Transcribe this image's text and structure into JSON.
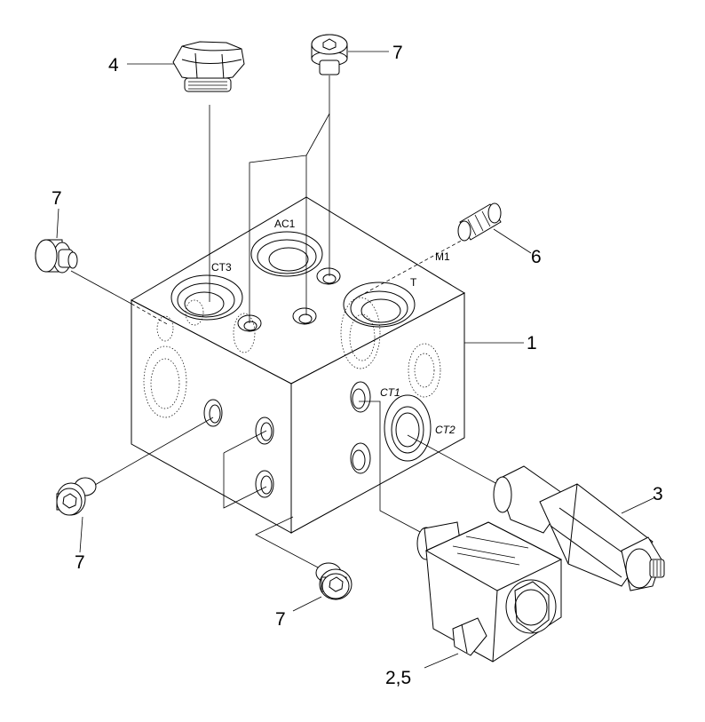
{
  "callouts": {
    "c1": "1",
    "c25": "2,5",
    "c3": "3",
    "c4": "4",
    "c6": "6",
    "c7a": "7",
    "c7b": "7",
    "c7c": "7",
    "c7d": "7"
  },
  "ports": {
    "ac1": "AC1",
    "ct3": "CT3",
    "m1": "M1",
    "t": "T",
    "ct1": "CT1",
    "ct2": "CT2"
  }
}
